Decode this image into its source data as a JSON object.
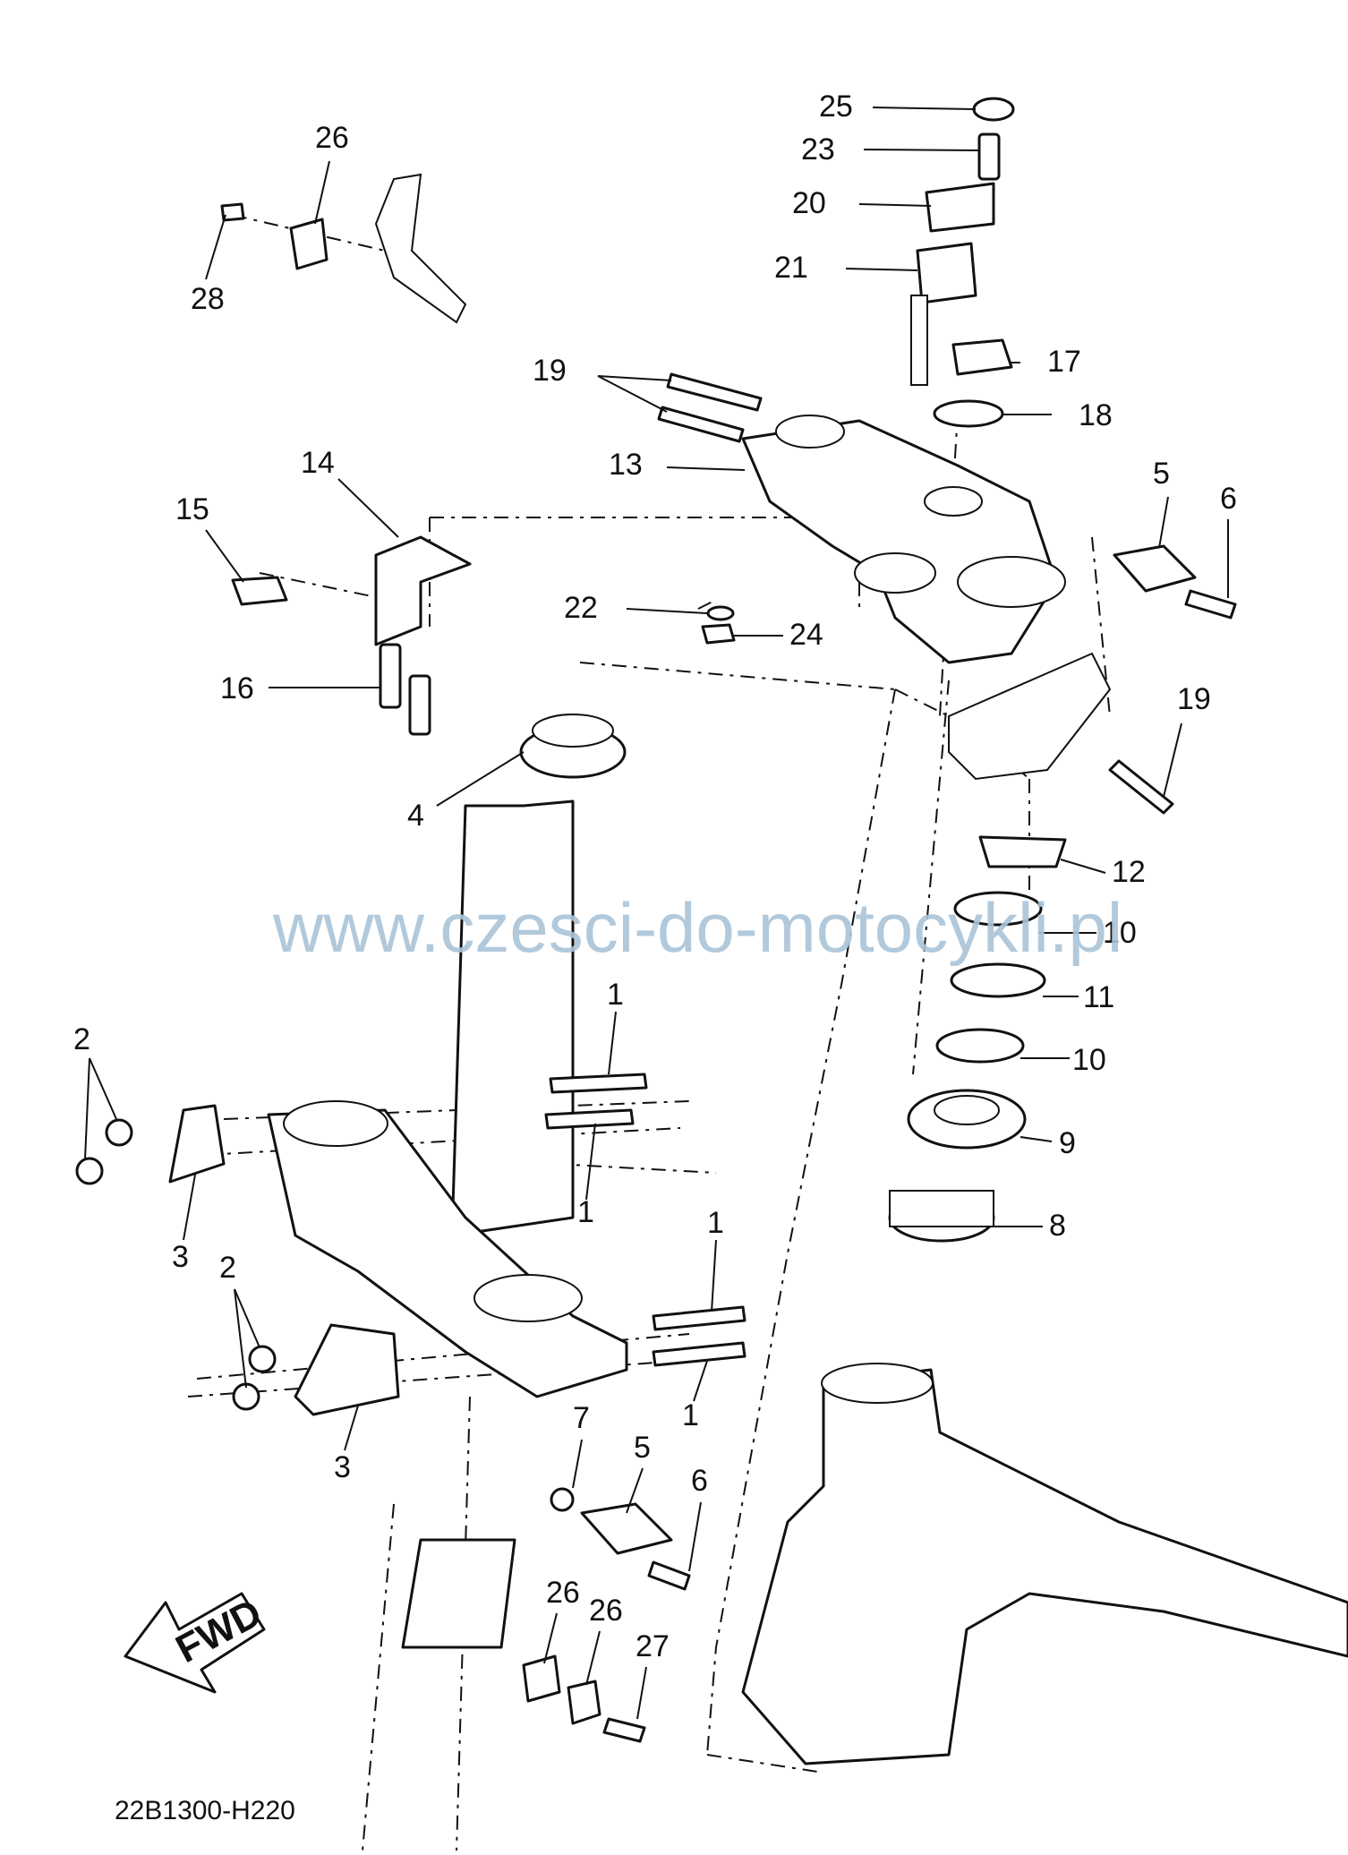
{
  "diagram": {
    "watermark": "www.czesci-do-motocykli.pl",
    "reference_code": "22B1300-H220",
    "direction_label": "FWD",
    "callouts": [
      "25",
      "23",
      "20",
      "21",
      "17",
      "18",
      "19",
      "13",
      "26",
      "28",
      "14",
      "15",
      "16",
      "22",
      "24",
      "5",
      "6",
      "19",
      "4",
      "12",
      "10",
      "11",
      "10",
      "9",
      "8",
      "1",
      "1",
      "2",
      "3",
      "1",
      "1",
      "2",
      "3",
      "7",
      "5",
      "6",
      "26",
      "26",
      "27"
    ]
  }
}
